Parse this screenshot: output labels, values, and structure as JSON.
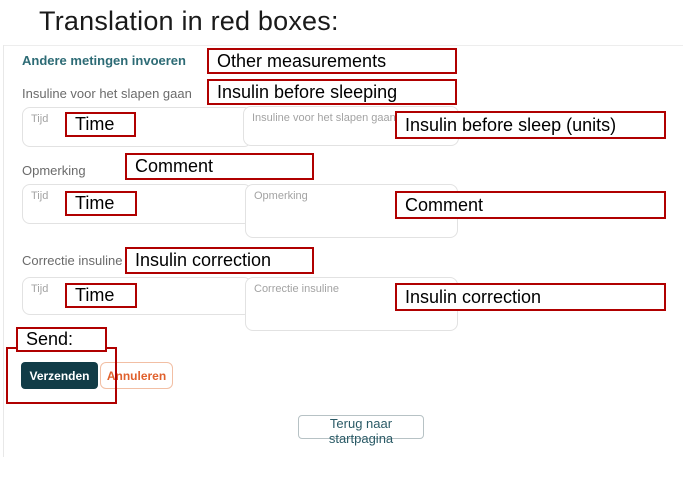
{
  "title": "Translation in red boxes:",
  "page": {
    "heading": "Andere metingen invoeren",
    "heading_translation": "Other measurements"
  },
  "sections": {
    "sleep_insulin": {
      "label": "Insuline voor het slapen gaan",
      "label_translation": "Insulin before sleeping",
      "time_placeholder": "Tijd",
      "time_translation": "Time",
      "value_placeholder": "Insuline voor het slapen gaan (eh)",
      "value_translation": "Insulin before sleep (units)"
    },
    "comment": {
      "label": "Opmerking",
      "label_translation": "Comment",
      "time_placeholder": "Tijd",
      "time_translation": "Time",
      "value_placeholder": "Opmerking",
      "value_translation": "Comment"
    },
    "correction": {
      "label": "Correctie insuline",
      "label_translation": "Insulin correction",
      "time_placeholder": "Tijd",
      "time_translation": "Time",
      "value_placeholder": "Correctie insuline",
      "value_translation": "Insulin correction"
    }
  },
  "actions": {
    "send_translation": "Send:",
    "submit_label": "Verzenden",
    "cancel_label": "Annuleren",
    "back_label": "Terug naar startpagina"
  },
  "colors": {
    "annotation_red": "#b00000",
    "heading_teal": "#2d6b75",
    "label_gray": "#6b6b6b",
    "submit_bg": "#113c47",
    "cancel_orange": "#e0612d",
    "back_teal": "#2a5a66"
  }
}
